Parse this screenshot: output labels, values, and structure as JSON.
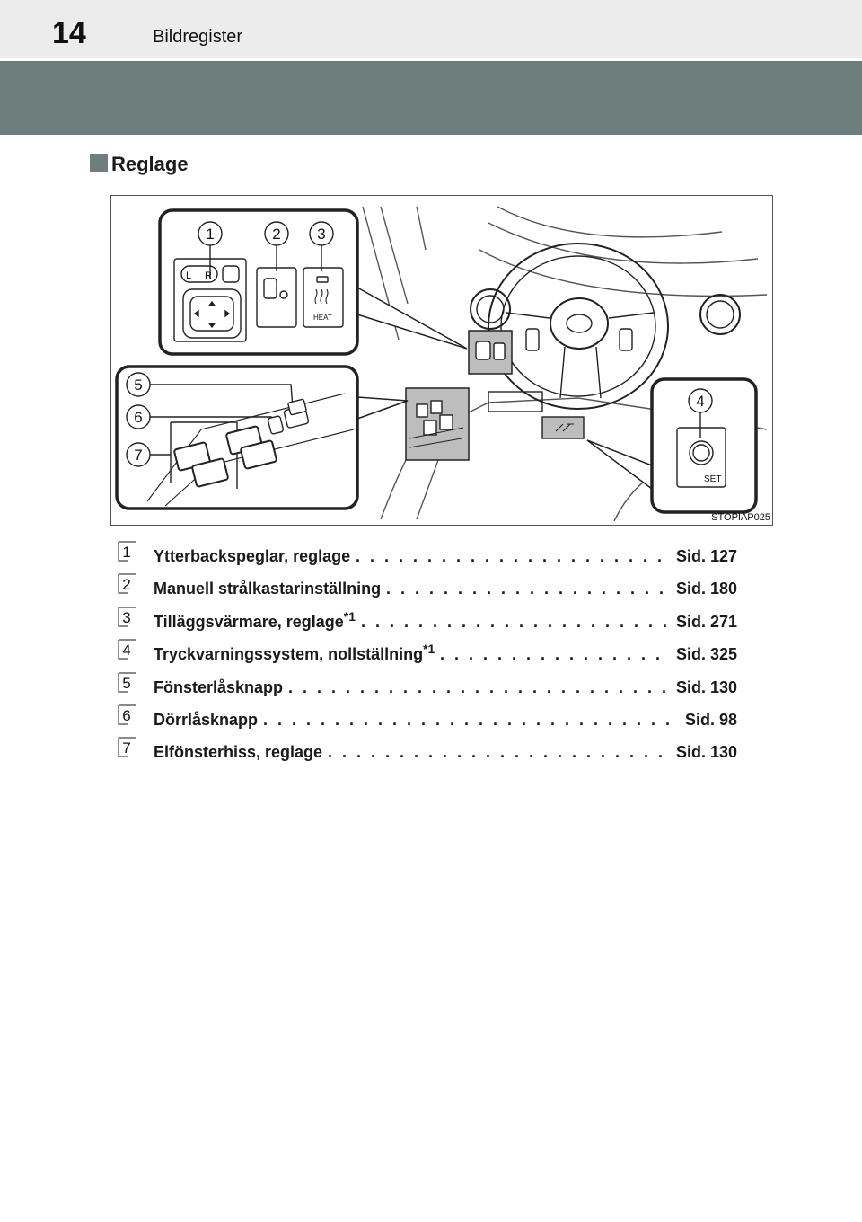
{
  "header": {
    "page_number": "14",
    "section_title": "Bildregister"
  },
  "heading": "Reglage",
  "figure": {
    "code": "STOPIAP025",
    "callouts": [
      "1",
      "2",
      "3",
      "4",
      "5",
      "6",
      "7"
    ],
    "control_labels": {
      "left": "L",
      "right": "R",
      "heat": "HEAT",
      "set": "SET"
    }
  },
  "items": [
    {
      "num": "1",
      "label": "Ytterbackspeglar, reglage",
      "sup": "",
      "ref": "Sid. 127"
    },
    {
      "num": "2",
      "label": "Manuell strålkastarinställning",
      "sup": "",
      "ref": "Sid. 180"
    },
    {
      "num": "3",
      "label": "Tilläggsvärmare, reglage",
      "sup": "*1",
      "ref": "Sid. 271"
    },
    {
      "num": "4",
      "label": "Tryckvarningssystem, nollställning",
      "sup": "*1",
      "ref": "Sid. 325"
    },
    {
      "num": "5",
      "label": "Fönsterlåsknapp",
      "sup": "",
      "ref": "Sid. 130"
    },
    {
      "num": "6",
      "label": "Dörrlåsknapp",
      "sup": "",
      "ref": "Sid. 98"
    },
    {
      "num": "7",
      "label": "Elfönsterhiss, reglage",
      "sup": "",
      "ref": "Sid. 130"
    }
  ]
}
